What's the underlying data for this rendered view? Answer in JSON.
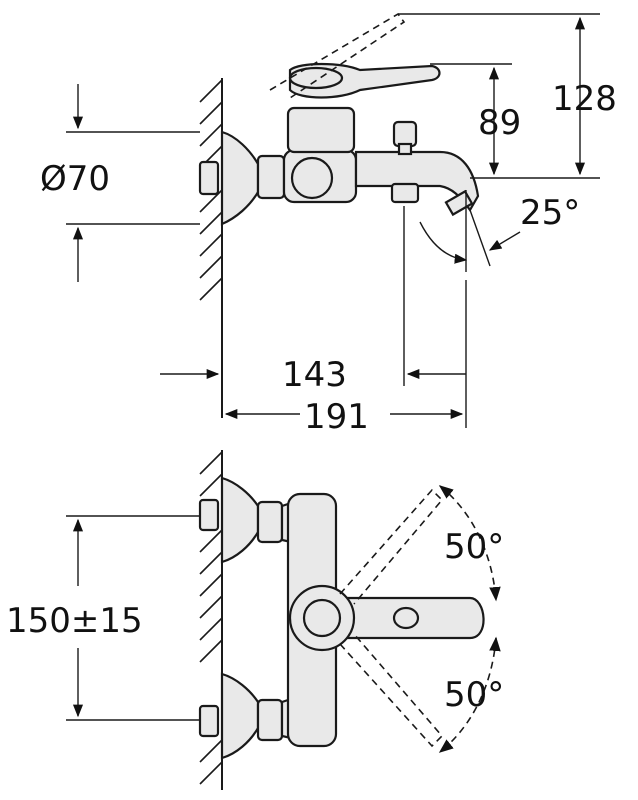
{
  "dimensions": {
    "diameter": "Ø70",
    "height_128": "128",
    "height_89": "89",
    "angle_spout": "25°",
    "length_143": "143",
    "length_191": "191",
    "spacing": "150±15",
    "angle_upper": "50°",
    "angle_lower": "50°"
  }
}
